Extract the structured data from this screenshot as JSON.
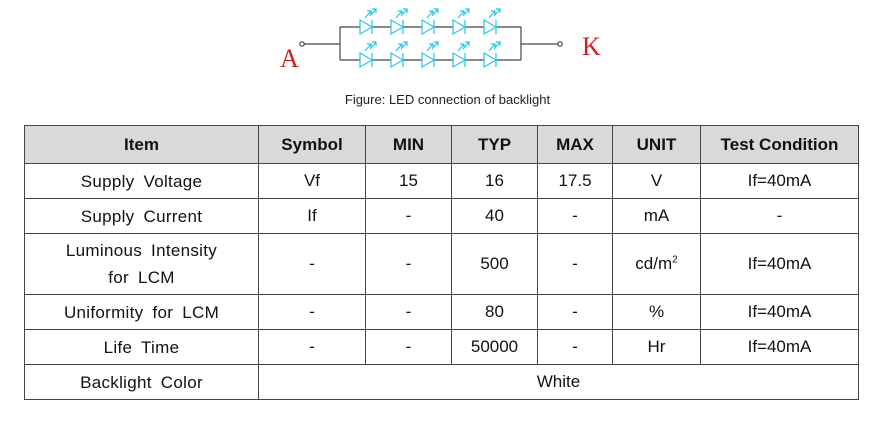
{
  "diagram": {
    "anode_label": "A",
    "cathode_label": "K",
    "led_color": "#27c6e6",
    "terminal_color": "#d21e1e"
  },
  "caption": "Figure: LED connection of backlight",
  "table": {
    "headers": [
      "Item",
      "Symbol",
      "MIN",
      "TYP",
      "MAX",
      "UNIT",
      "Test Condition"
    ],
    "rows": [
      {
        "item": [
          "Supply Voltage"
        ],
        "symbol": "Vf",
        "min": "15",
        "typ": "16",
        "max": "17.5",
        "unit": "V",
        "unit_sup": "",
        "cond": "If=40mA"
      },
      {
        "item": [
          "Supply Current"
        ],
        "symbol": "If",
        "min": "-",
        "typ": "40",
        "max": "-",
        "unit": "mA",
        "unit_sup": "",
        "cond": "-"
      },
      {
        "item": [
          "Luminous Intensity",
          "for LCM"
        ],
        "symbol": "-",
        "min": "-",
        "typ": "500",
        "max": "-",
        "unit": "cd/m",
        "unit_sup": "2",
        "cond": "If=40mA"
      },
      {
        "item": [
          "Uniformity for LCM"
        ],
        "symbol": "-",
        "min": "-",
        "typ": "80",
        "max": "-",
        "unit": "%",
        "unit_sup": "",
        "cond": "If=40mA"
      },
      {
        "item": [
          "Life Time"
        ],
        "symbol": "-",
        "min": "-",
        "typ": "50000",
        "max": "-",
        "unit": "Hr",
        "unit_sup": "",
        "cond": "If=40mA"
      }
    ],
    "last_row": {
      "item": "Backlight Color",
      "value": "White"
    }
  }
}
